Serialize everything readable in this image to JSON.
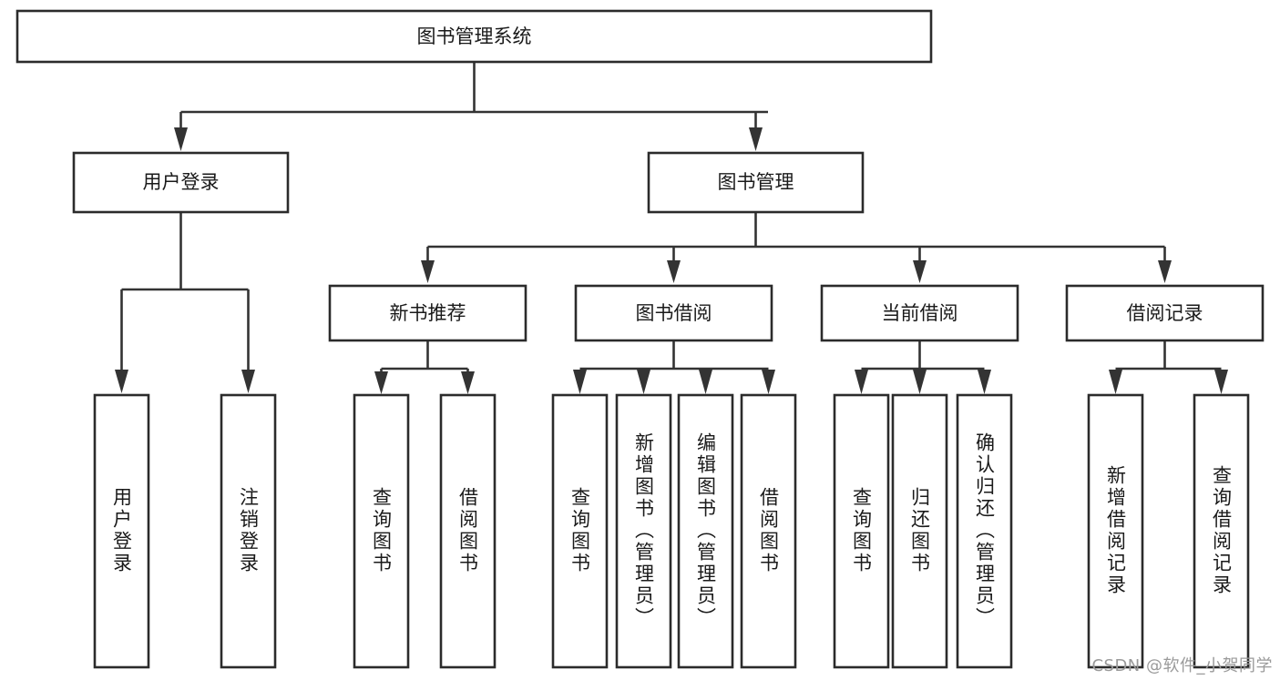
{
  "diagram": {
    "title": "图书管理系统",
    "type": "tree-hierarchy",
    "background_color": "#ffffff",
    "line_color": "#333333",
    "box_fill": "#ffffff",
    "box_stroke": "#2b2b2b",
    "text_color": "#1a1a1a"
  },
  "root": {
    "label": "图书管理系统"
  },
  "level2": [
    {
      "label": "用户登录"
    },
    {
      "label": "图书管理"
    }
  ],
  "level3": [
    {
      "label": "新书推荐"
    },
    {
      "label": "图书借阅"
    },
    {
      "label": "当前借阅"
    },
    {
      "label": "借阅记录"
    }
  ],
  "leaves": {
    "user_login": [
      {
        "label": "用户登录"
      },
      {
        "label": "注销登录"
      }
    ],
    "new_book_recommend": [
      {
        "label": "查询图书"
      },
      {
        "label": "借阅图书"
      }
    ],
    "book_borrow": [
      {
        "label": "查询图书"
      },
      {
        "label": "新增图书（管理员）"
      },
      {
        "label": "编辑图书（管理员）"
      },
      {
        "label": "借阅图书"
      }
    ],
    "current_borrow": [
      {
        "label": "查询图书"
      },
      {
        "label": "归还图书"
      },
      {
        "label": "确认归还（管理员）"
      }
    ],
    "borrow_record": [
      {
        "label": "新增借阅记录"
      },
      {
        "label": "查询借阅记录"
      }
    ]
  },
  "watermark": {
    "text": "CSDN @软件_小贺同学",
    "color": "#9a9a9a"
  }
}
